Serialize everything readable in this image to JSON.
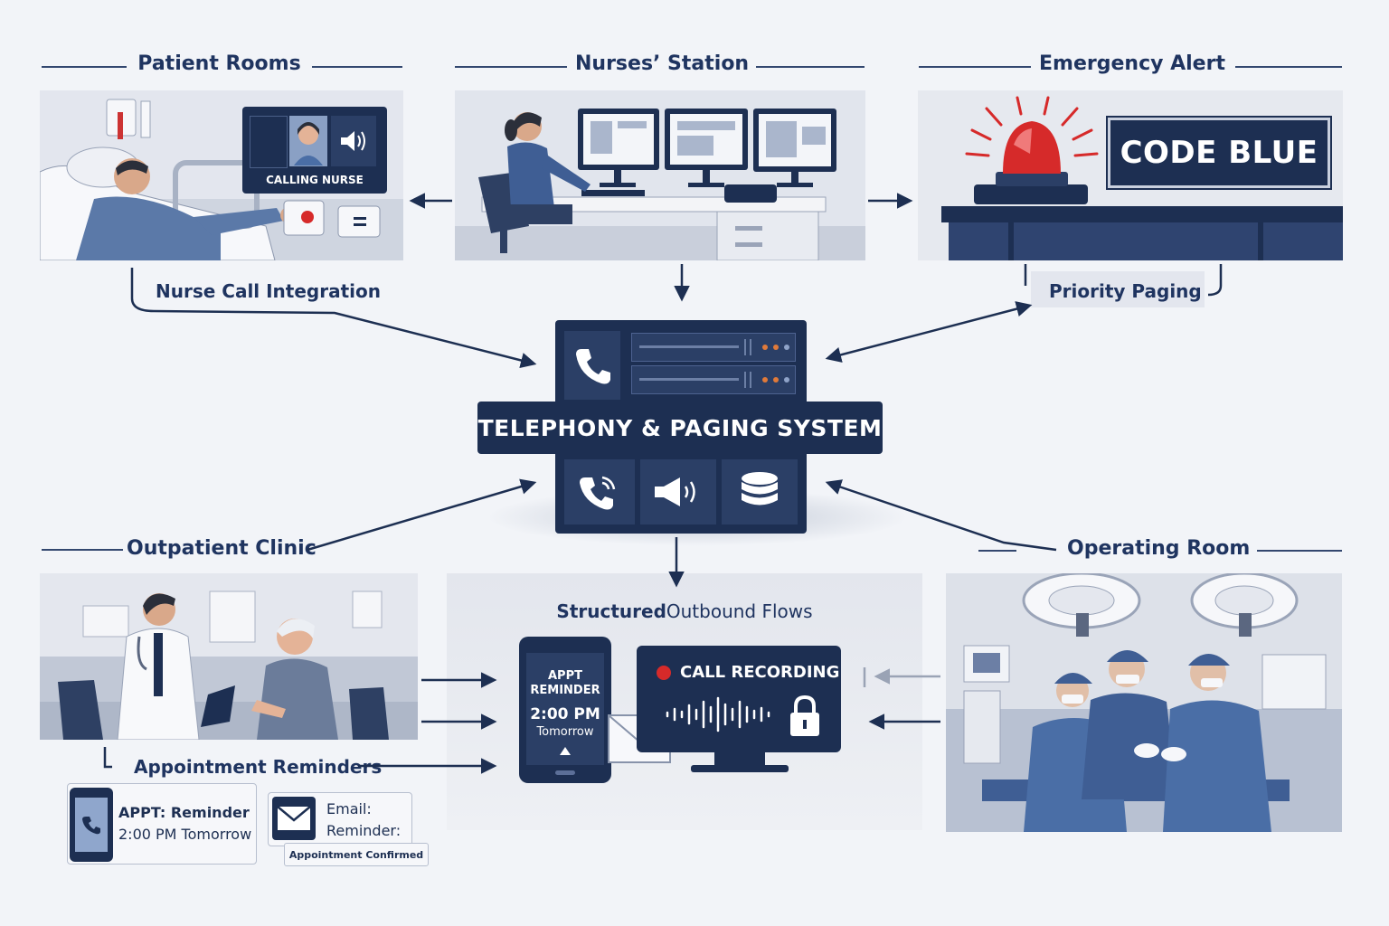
{
  "sections": {
    "patient_rooms": "Patient Rooms",
    "nurses_station": "Nurses’ Station",
    "emergency_alert": "Emergency Alert",
    "outpatient_clinic": "Outpatient Clinic",
    "operating_room": "Operating Room"
  },
  "patient_room": {
    "screen_text": "CALLING NURSE",
    "flow_label": "Nurse Call Integration"
  },
  "emergency": {
    "sign_text": "CODE BLUE",
    "flow_label": "Priority Paging"
  },
  "core": {
    "title": "TELEPHONY & PAGING SYSTEM"
  },
  "outbound": {
    "title_bold": "Structured",
    "title_rest": " Outbound Flows",
    "phone_line1": "APPT",
    "phone_line2": "REMINDER",
    "phone_time": "2:00 PM",
    "phone_day": "Tomorrow",
    "recording_label": "CALL RECORDING"
  },
  "clinic": {
    "flow_label": "Appointment Reminders",
    "sms_line1": "APPT: Reminder",
    "sms_line2": "2:00 PM Tomorrow",
    "email_line1": "Email:",
    "email_line2": "Reminder:",
    "email_status": "Appointment Confirmed"
  },
  "colors": {
    "navy": "#1d2f52",
    "alert_red": "#d62a2a",
    "panel_gray": "#dde1e9"
  }
}
